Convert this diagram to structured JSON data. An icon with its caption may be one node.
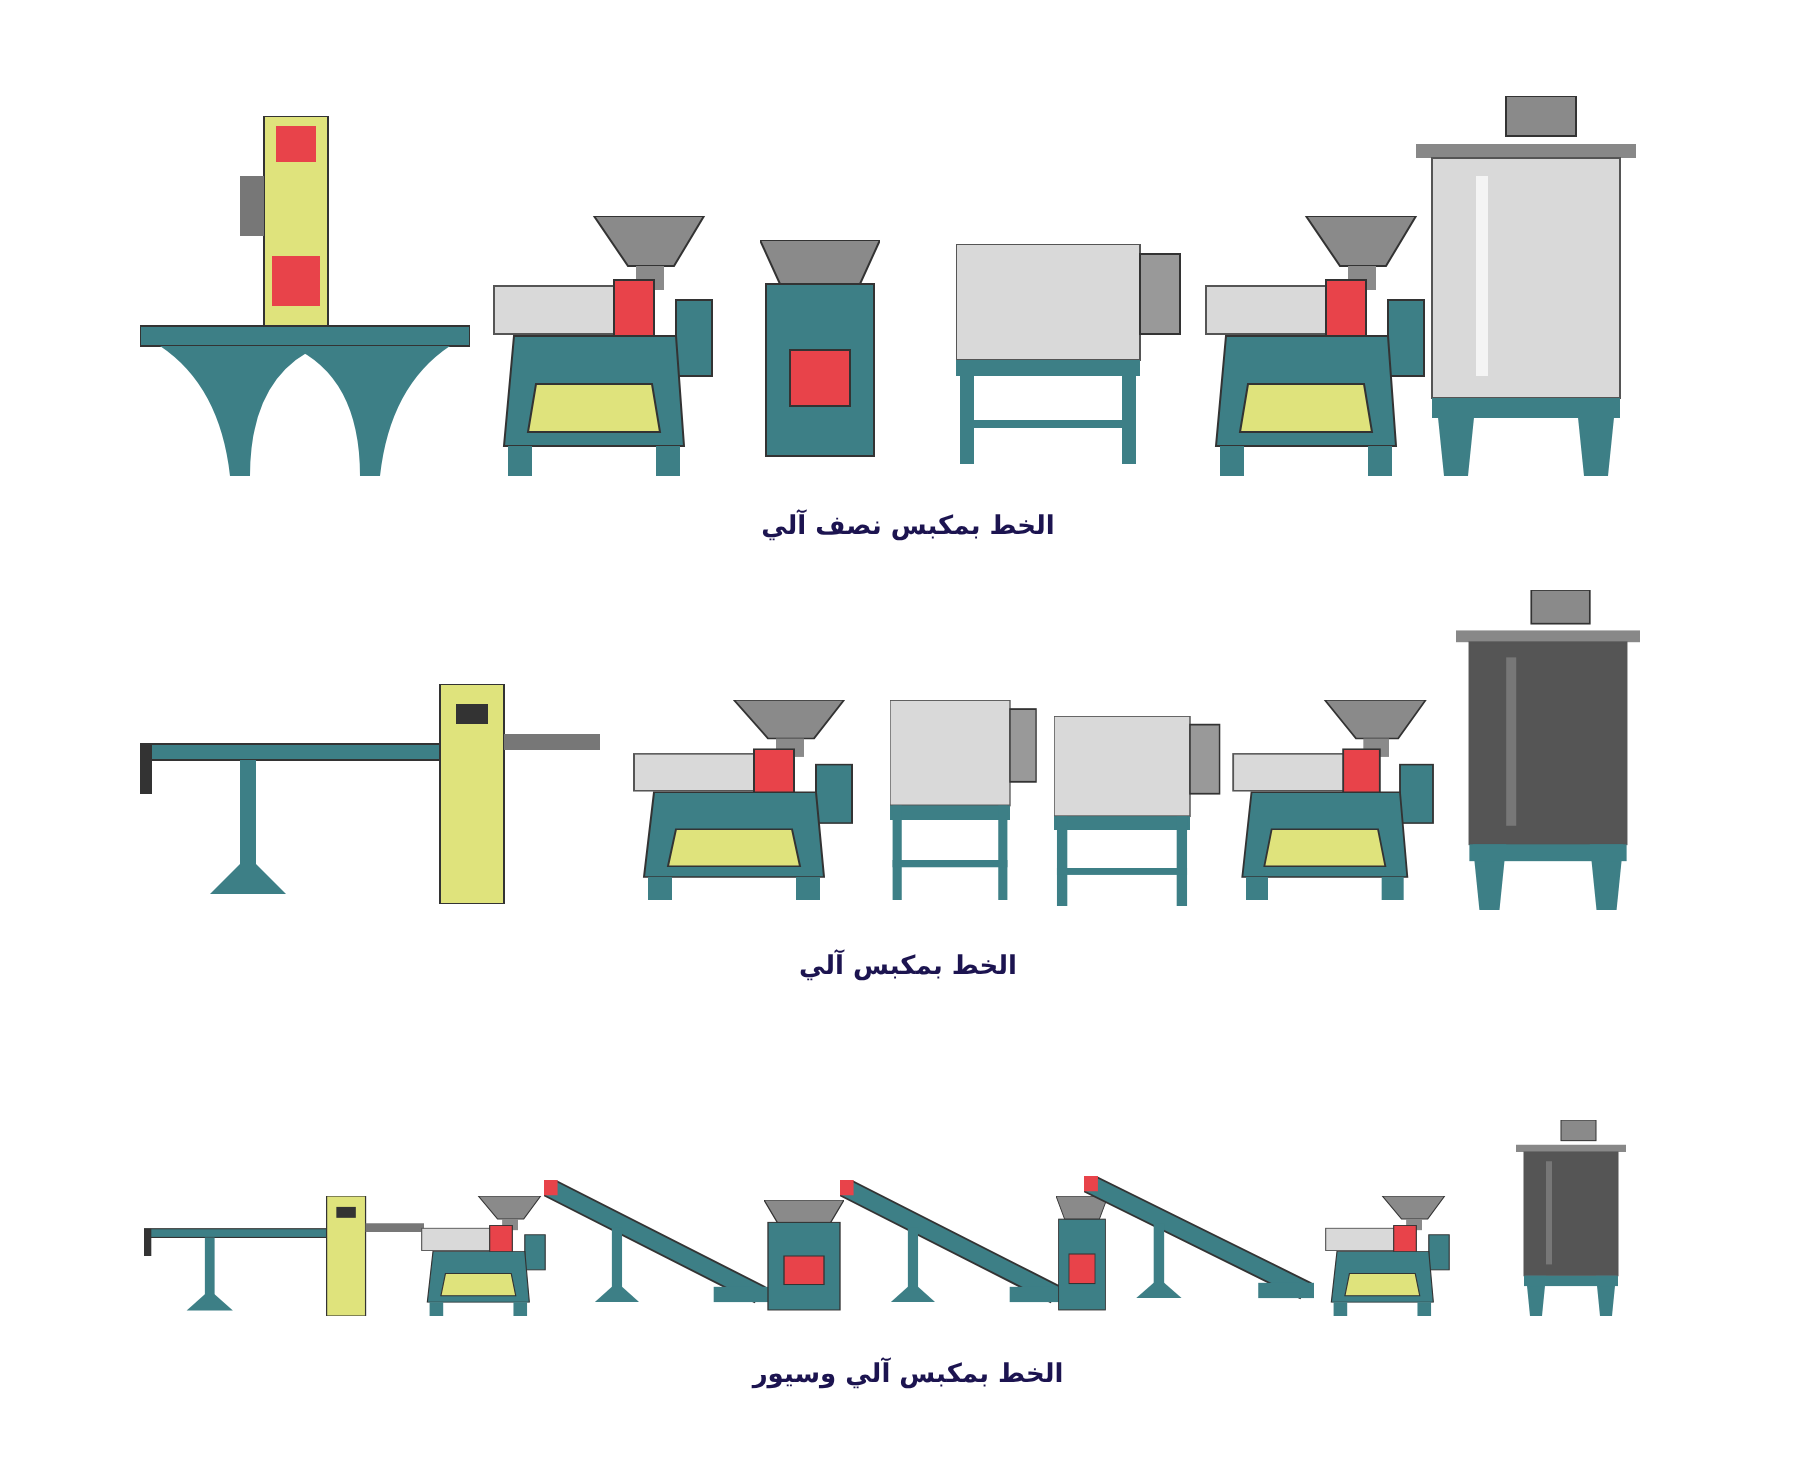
{
  "diagram": {
    "labels": [
      "الخط بمكبس نصف آلي",
      "الخط بمكبس آلي",
      "الخط بمكبس آلي وسيور"
    ]
  }
}
